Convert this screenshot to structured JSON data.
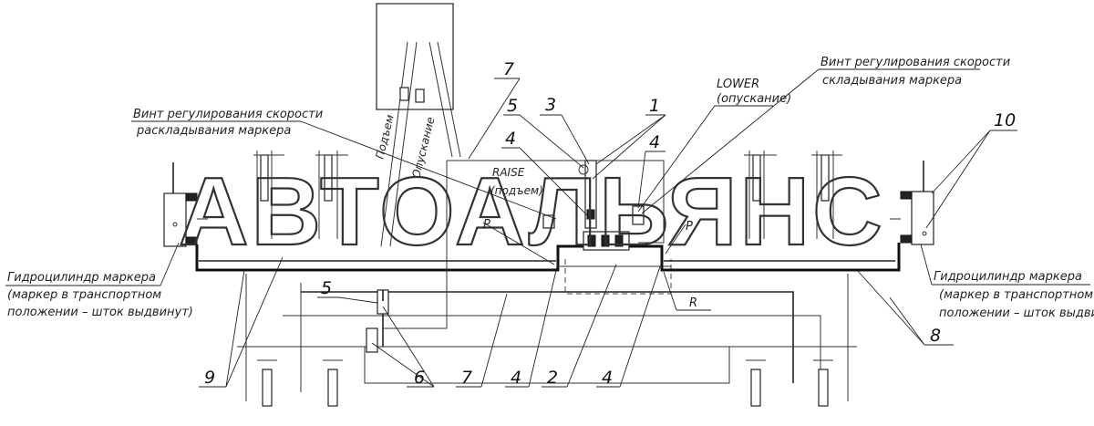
{
  "watermark": "АВТОАЛЬЯНС",
  "labels": {
    "lower_line1": "LOWER",
    "lower_line2": "(опускание)",
    "raise_line1": "RAISE",
    "raise_line2": "(подъем)",
    "fold_speed_line1": "Винт регулирования скорости",
    "fold_speed_line2": "складывания маркера",
    "unfold_speed_line1": "Винт регулирования скорости",
    "unfold_speed_line2": "раскладывания маркера",
    "cyl_left_line1": "Гидроцилиндр маркера",
    "cyl_left_line2": "(маркер в транспортном",
    "cyl_left_line3": "положении – шток выдвинут)",
    "cyl_right_line1": "Гидроцилиндр маркера",
    "cyl_right_line2": "(маркер в транспортном",
    "cyl_right_line3": "положении – шток выдвинут)",
    "hose_raise": "Подъем",
    "hose_lower": "Опускание",
    "port_p_left": "P",
    "port_p_right": "P",
    "port_r": "R"
  },
  "callouts": {
    "n1": "1",
    "n2": "2",
    "n3": "3",
    "n4a": "4",
    "n4b": "4",
    "n4c": "4",
    "n4d": "4",
    "n5a": "5",
    "n5b": "5",
    "n6": "6",
    "n7a": "7",
    "n7b": "7",
    "n8": "8",
    "n9": "9",
    "n10": "10"
  }
}
